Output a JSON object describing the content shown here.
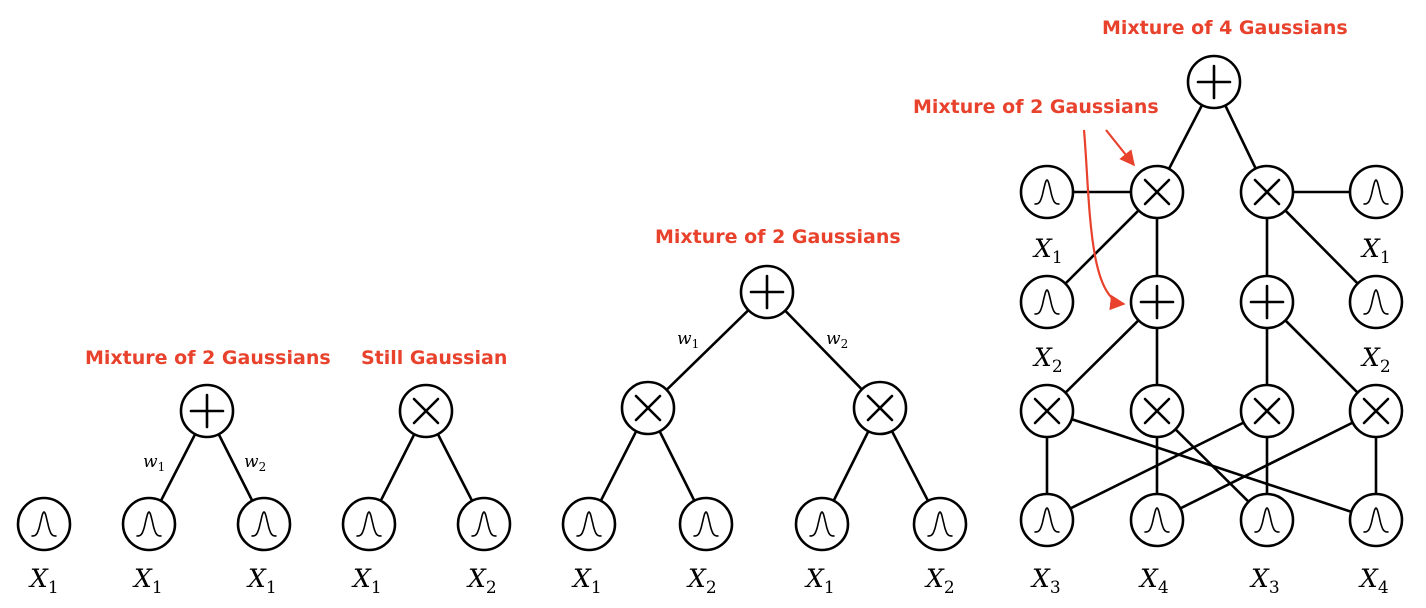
{
  "annotations": {
    "panel2": "Mixture of 2 Gaussians",
    "panel3": "Still Gaussian",
    "panel4": "Mixture of 2 Gaussians",
    "panel5_top": "Mixture of 4 Gaussians",
    "panel5_inner": "Mixture of 2 Gaussians"
  },
  "variables": {
    "x1": {
      "base": "X",
      "sub": "1"
    },
    "x2": {
      "base": "X",
      "sub": "2"
    },
    "x3": {
      "base": "X",
      "sub": "3"
    },
    "x4": {
      "base": "X",
      "sub": "4"
    }
  },
  "weights": {
    "w1": {
      "base": "w",
      "sub": "1"
    },
    "w2": {
      "base": "w",
      "sub": "2"
    }
  },
  "colors": {
    "annotation": "#e8412c",
    "stroke": "#000000",
    "background": "#ffffff"
  },
  "node_types": [
    "sum-node",
    "product-node",
    "gaussian-leaf"
  ]
}
